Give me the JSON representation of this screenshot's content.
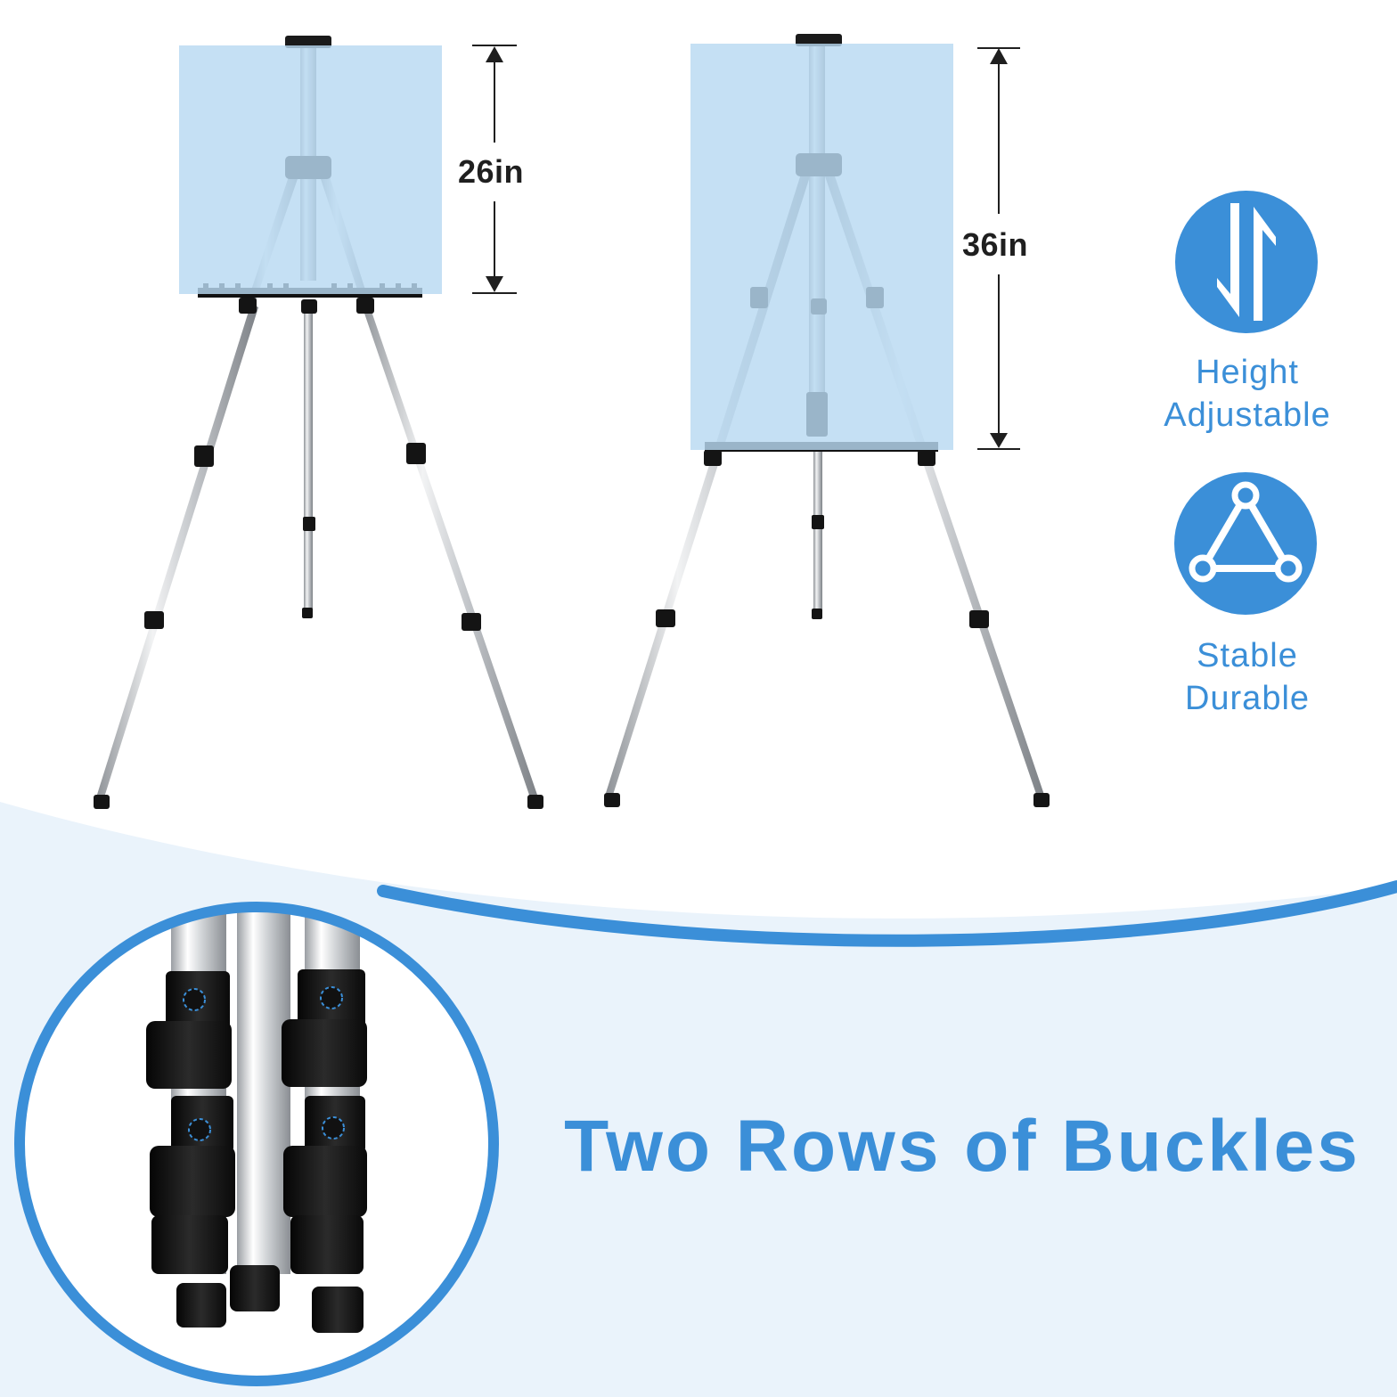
{
  "measurements": {
    "short_height": "26in",
    "tall_height": "36in"
  },
  "features": [
    {
      "icon": "height-adjust-icon",
      "line1": "Height",
      "line2": "Adjustable"
    },
    {
      "icon": "triangle-stability-icon",
      "line1": "Stable",
      "line2": "Durable"
    }
  ],
  "headline": "Two Rows of Buckles",
  "colors": {
    "accent_blue": "#3b8fd8",
    "canvas_overlay": "#b8d9f2",
    "bottom_band": "#eaf3fb",
    "leg_black": "#1a1a1a",
    "aluminum": "#c9ccd0"
  }
}
